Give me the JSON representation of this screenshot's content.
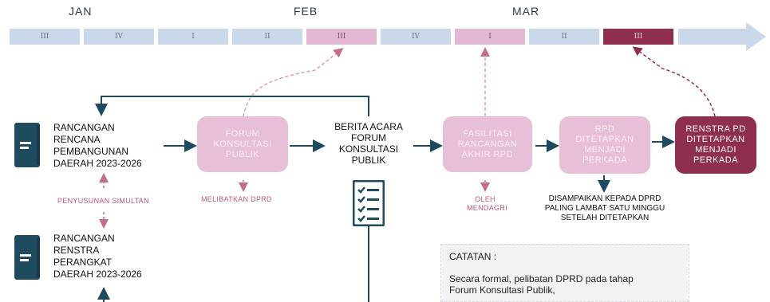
{
  "months": [
    "JAN",
    "FEB",
    "MAR"
  ],
  "timeline": {
    "segments": [
      "III",
      "IV",
      "I",
      "II",
      "III",
      "IV",
      "I",
      "II",
      "III"
    ],
    "colors": {
      "default": "#c9d9ea",
      "pink": "#e3b8d4",
      "maroon": "#8e2f4d"
    }
  },
  "docs": {
    "rpd": [
      "RANCANGAN",
      "RENCANA",
      "PEMBANGUNAN",
      "DAERAH 2023-2026"
    ],
    "renstra": [
      "RANCANGAN",
      "RENSTRA",
      "PERANGKAT",
      "DAERAH 2023-2026"
    ]
  },
  "simultan_label": "PENYUSUNAN SIMULTAN",
  "boxes": {
    "forum": "FORUM\nKONSULTASI\nPUBLIK",
    "fasilitasi": "FASILITASI\nRANCANGAN\nAKHIR RPD",
    "rpd_perkada": "RPD\nDITETAPKAN\nMENJADI\nPERKADA",
    "renstra_perkada": "RENSTRA PD\nDITETAPKAN\nMENJADI\nPERKADA"
  },
  "berita_acara": "BERITA ACARA\nFORUM\nKONSULTASI\nPUBLIK",
  "melibatkan": "MELIBATKAN DPRD",
  "oleh_mendagri": "OLEH\nMENDAGRI",
  "disampaikan": "DISAMPAIKAN KEPADA DPRD\nPALING LAMBAT SATU MINGGU\nSETELAH DITETAPKAN",
  "note": {
    "title": "CATATAN :",
    "text": "Secara formal, pelibatan DPRD pada tahap",
    "text2": "Forum Konsultasi Publik,"
  }
}
